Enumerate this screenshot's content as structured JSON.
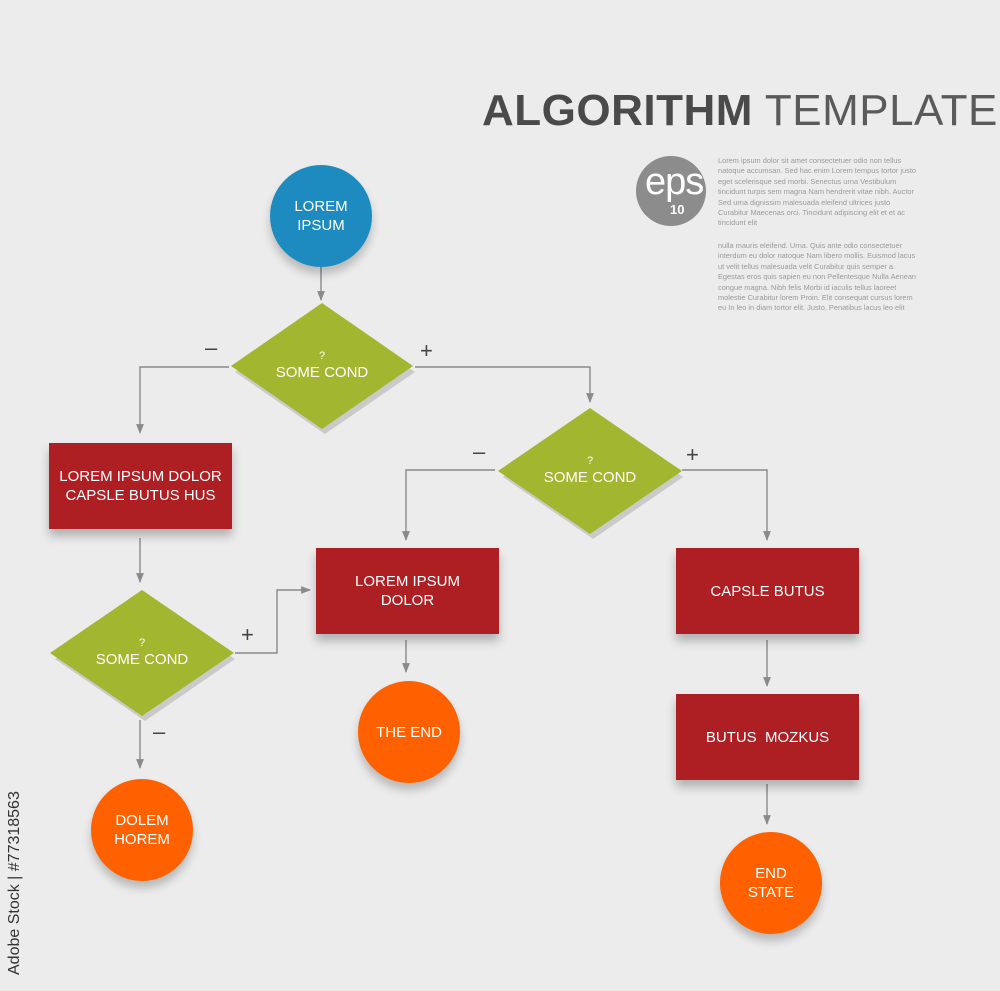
{
  "header": {
    "title_bold": "ALGORITHM",
    "title_light": "TEMPLATE",
    "badge_text": "eps",
    "badge_version": "10",
    "paragraph_1": "Lorem ipsum dolor sit amet consectetuer odio non tellus natoque accumsan. Sed hac enim Lorem tempus tortor justo eget scelerisque sed morbi. Senectus urna Vestibulum tincidunt turpis sem magna Nam hendrerit vitae nibh. Auctor Sed urna dignissim malesuada eleifend ultrices justo Curabitur Maecenas orci. Tincidunt adipiscing elit et et ac tincidunt elit",
    "paragraph_2": "nulla mauris eleifend. Urna. Quis ante odio consectetuer interdum eu dolor natoque Nam libero mollis. Euismod lacus ut velit tellus malesuada velit Curabitur quis semper a. Egestas eros quis sapien eu non Pellentesque Nulla Aenean congue magna. Nibh felis Morbi id iaculis tellus laoreet molestie Curabitur lorem Proin. Elit consequat cursus lorem eu In leo in diam tortor elit. Justo. Penatibus lacus leo elit"
  },
  "nodes": {
    "start": {
      "line1": "LOREM",
      "line2": "IPSUM"
    },
    "cond1": {
      "q": "?",
      "label": "SOME COND"
    },
    "cond2": {
      "q": "?",
      "label": "SOME COND"
    },
    "cond3": {
      "q": "?",
      "label": "SOME COND"
    },
    "proc_left": {
      "line1": "LOREM IPSUM DOLOR",
      "line2": "CAPSLE BUTUS HUS"
    },
    "proc_mid": {
      "line1": "LOREM IPSUM",
      "line2": "DOLOR"
    },
    "proc_right_1": {
      "line1": "CAPSLE BUTUS"
    },
    "proc_right_2": {
      "line1": "BUTUS  MOZKUS"
    },
    "end_left": {
      "line1": "DOLEM",
      "line2": "HOREM"
    },
    "end_mid": {
      "line1": "THE END"
    },
    "end_right": {
      "line1": "END",
      "line2": "STATE"
    }
  },
  "signs": {
    "cond1_no": "–",
    "cond1_yes": "+",
    "cond2_no": "–",
    "cond2_yes": "+",
    "cond3_yes": "+",
    "cond3_no": "–"
  },
  "watermark": "Adobe Stock | #77318563",
  "colors": {
    "start": "#1d8bbf",
    "condition": "#a3b630",
    "process": "#ad1f23",
    "terminal": "#ff6100",
    "connector": "#8a8a8a",
    "background": "#ececec"
  }
}
